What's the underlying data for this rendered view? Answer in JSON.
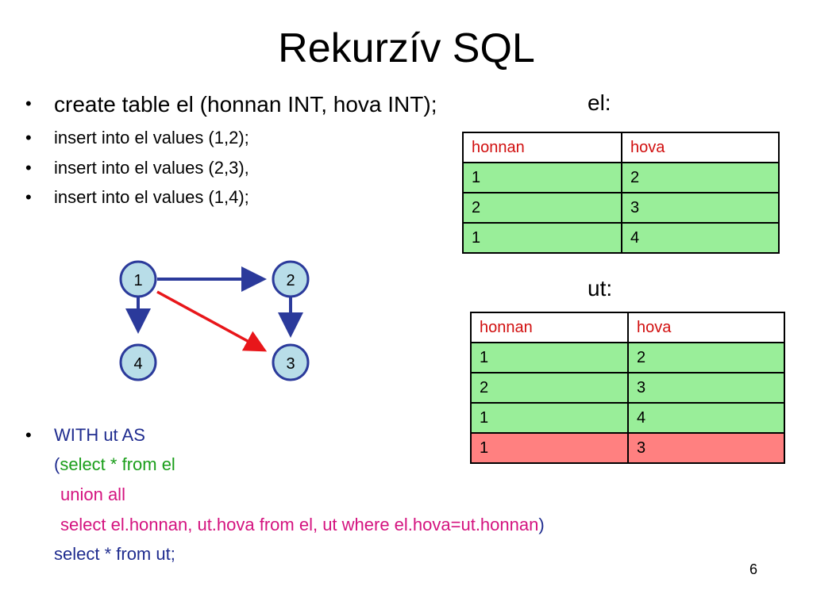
{
  "title": "Rekurzív SQL",
  "bullets": [
    "create table el (honnan INT, hova INT);",
    "insert into el values (1,2);",
    "insert into el values (2,3),",
    "insert into el values (1,4);"
  ],
  "bullet_symbol": "•",
  "graph": {
    "nodes": [
      "1",
      "2",
      "4",
      "3"
    ],
    "edge_colors": {
      "normal": "#2b3a9b",
      "derived": "#e8161a"
    },
    "node_fill": "#b8dde8"
  },
  "table_el": {
    "label": "el:",
    "headers": [
      "honnan",
      "hova"
    ],
    "rows": [
      [
        "1",
        "2"
      ],
      [
        "2",
        "3"
      ],
      [
        "1",
        "4"
      ]
    ]
  },
  "table_ut": {
    "label": "ut:",
    "headers": [
      "honnan",
      "hova"
    ],
    "rows": [
      [
        "1",
        "2"
      ],
      [
        "2",
        "3"
      ],
      [
        "1",
        "4"
      ]
    ],
    "new_row": [
      "1",
      "3"
    ]
  },
  "query": {
    "line1": "WITH ut AS",
    "line2_paren": "(",
    "line2_text": "select * from el",
    "line3": "union all",
    "line4_text": "select el.honnan, ut.hova from el, ut where el.hova=ut.honnan",
    "line4_paren": ")",
    "line5": "select * from ut;"
  },
  "page_number": "6"
}
